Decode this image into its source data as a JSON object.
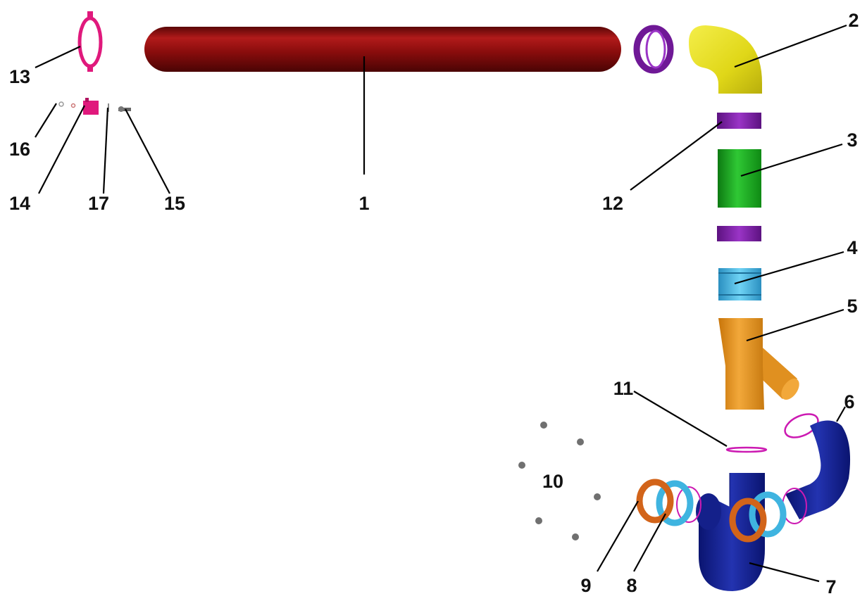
{
  "labels": {
    "l1": "1",
    "l2": "2",
    "l3": "3",
    "l4": "4",
    "l5": "5",
    "l6": "6",
    "l7": "7",
    "l8": "8",
    "l9": "9",
    "l10": "10",
    "l11": "11",
    "l12": "12",
    "l13": "13",
    "l14": "14",
    "l15": "15",
    "l16": "16",
    "l17": "17"
  },
  "colors": {
    "pipe": "#8b0d0d",
    "elbow": "#e8e21c",
    "clamp": "#7f1fa8",
    "coupling": "#1faa24",
    "nut": "#3fb4e0",
    "tee": "#e89414",
    "trap": "#0f1d8e",
    "flange": "#d2641a",
    "gasket": "#cc1ab2",
    "hanger": "#e0197c",
    "bolt": "#7a7a7a"
  }
}
